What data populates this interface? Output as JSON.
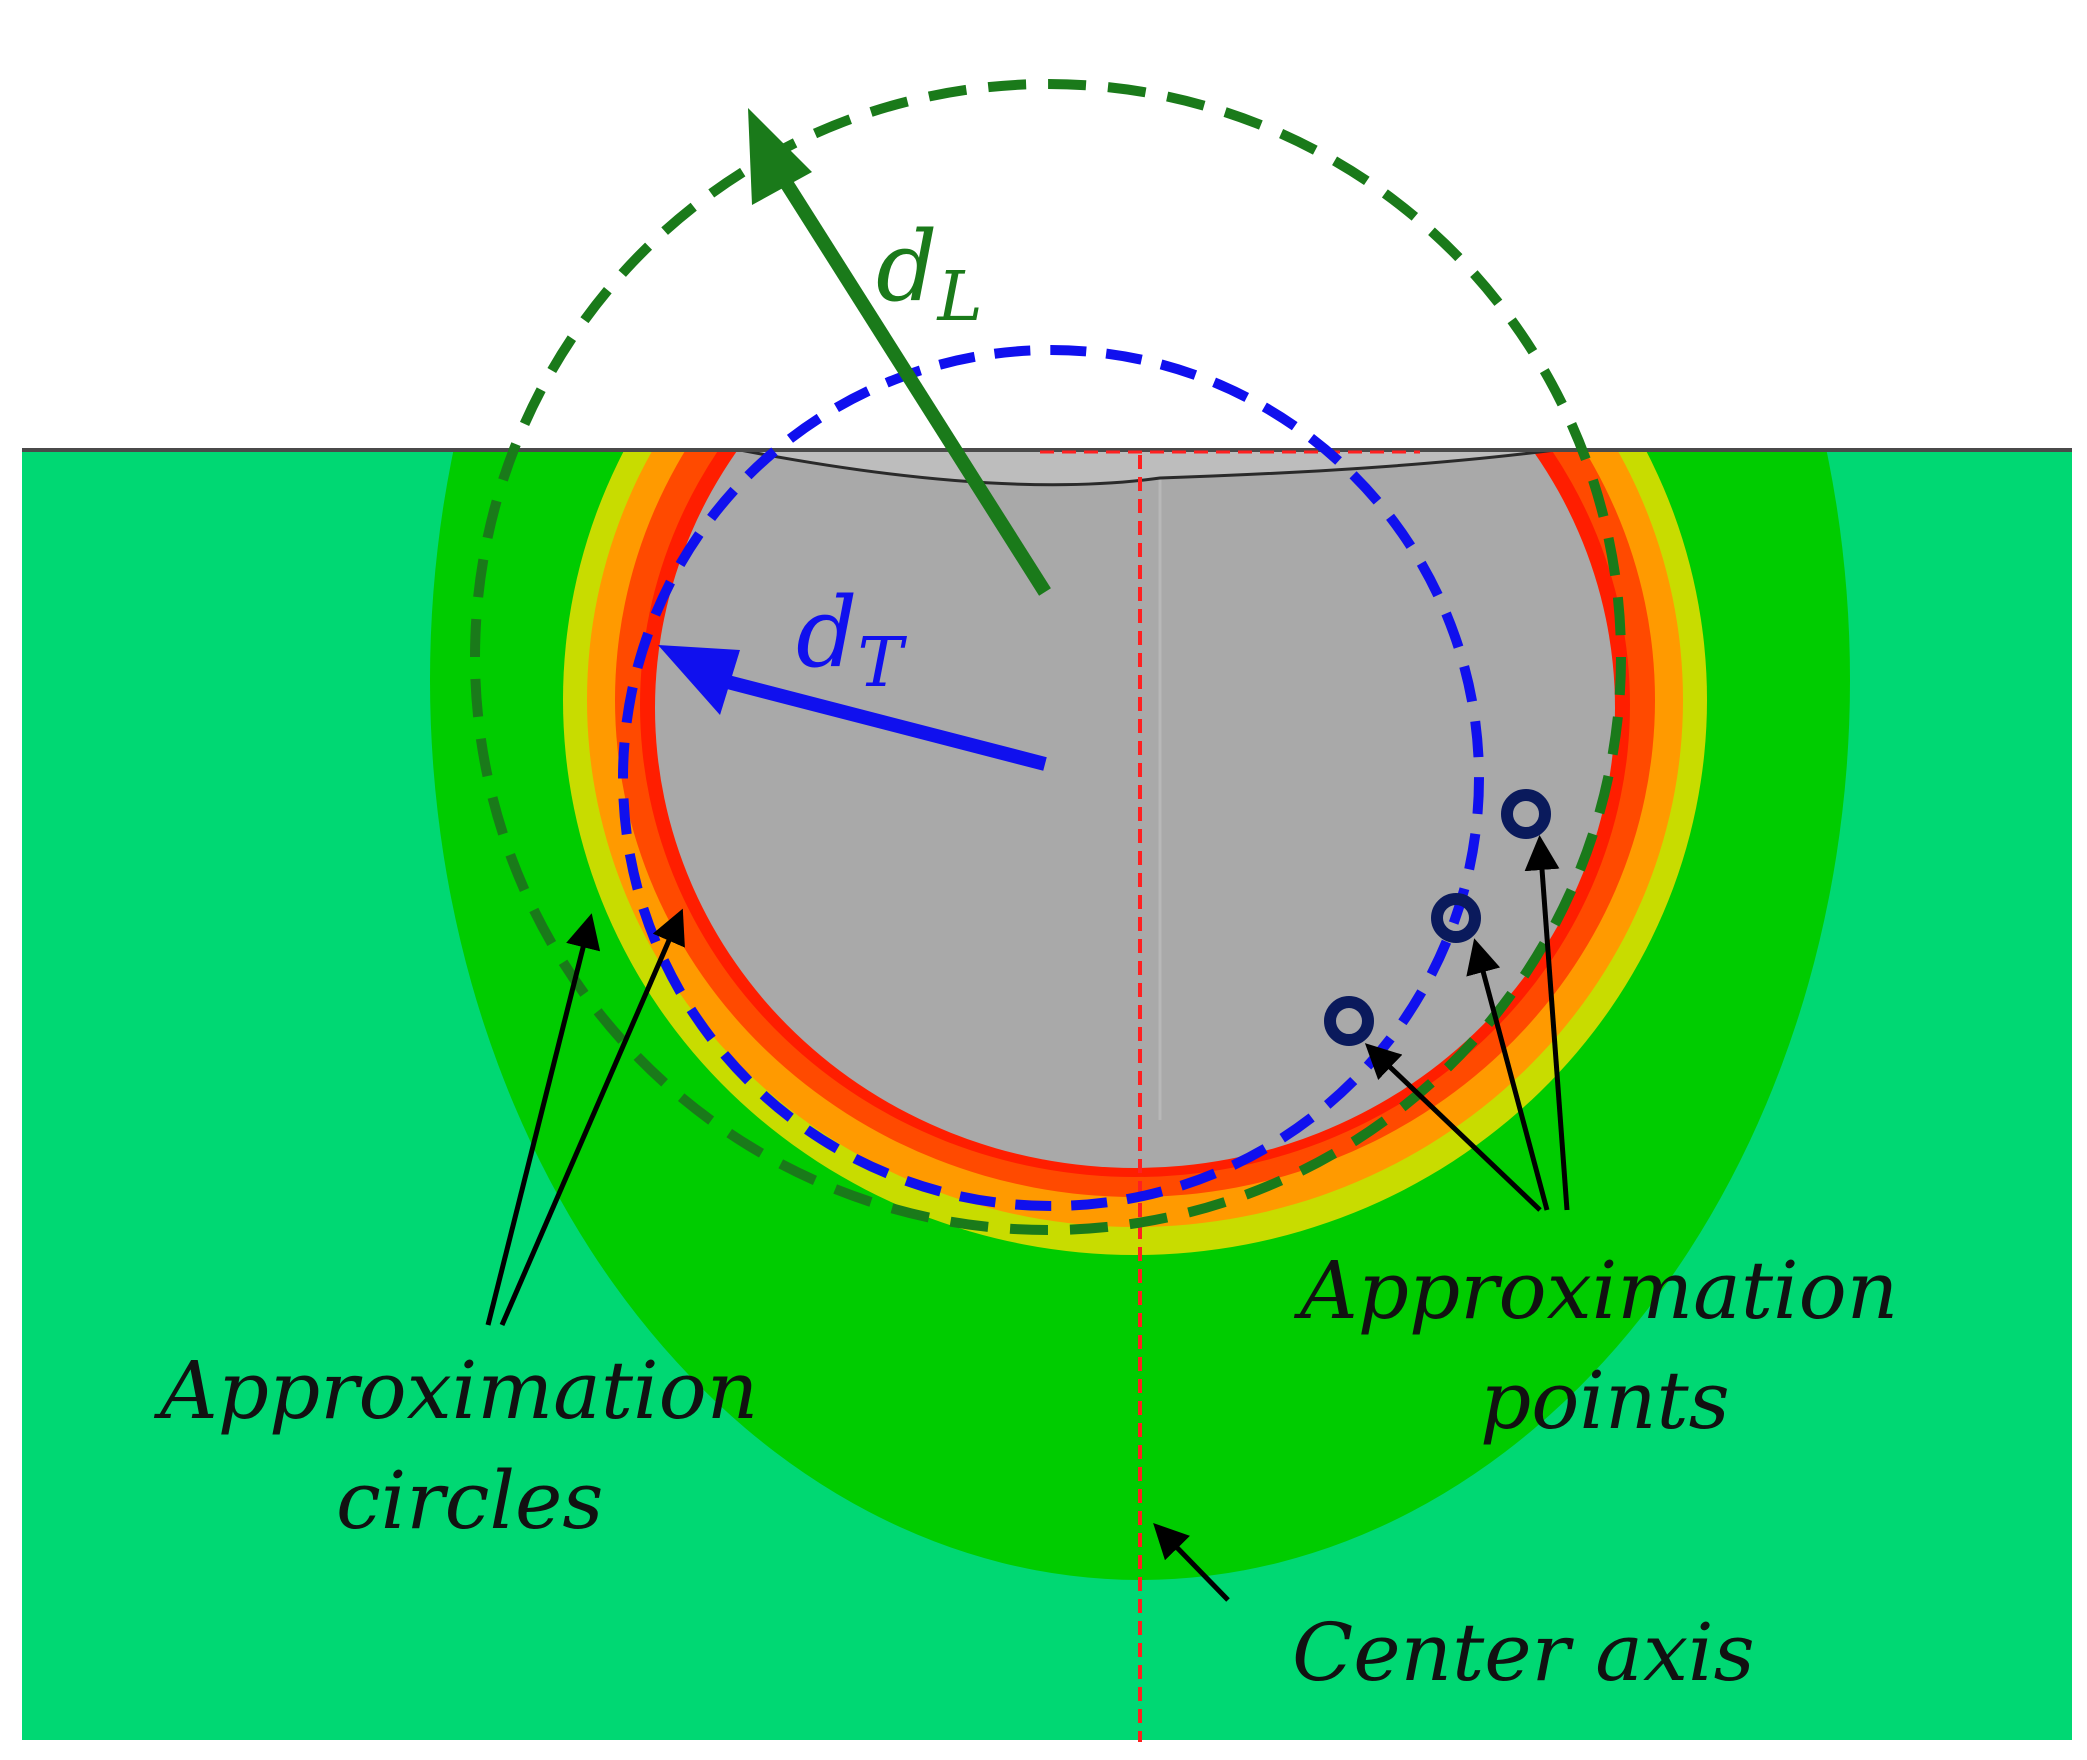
{
  "labels": {
    "d_L_main": "d",
    "d_L_sub": "L",
    "d_T_main": "d",
    "d_T_sub": "T",
    "approx_circles_line1": "Approximation",
    "approx_circles_line2": "circles",
    "approx_points_line1": "Approximation",
    "approx_points_line2": "points",
    "center_axis": "Center axis"
  },
  "colors": {
    "background": "#ffffff",
    "base_material": "#00d873",
    "heat_zone_outer": "#00cc00",
    "heat_zone_yellow": "#c8dc00",
    "heat_zone_orange": "#ff9a00",
    "heat_zone_red_orange": "#ff4a00",
    "fusion_boundary_red": "#ff1e00",
    "melt_pool_gray": "#a9a9a9",
    "green_circle": "#1a7a1a",
    "blue_circle": "#1010ee",
    "center_axis_red": "#ff2020",
    "marker_navy": "#0a1a5c",
    "annotation_arrow": "#000000"
  }
}
